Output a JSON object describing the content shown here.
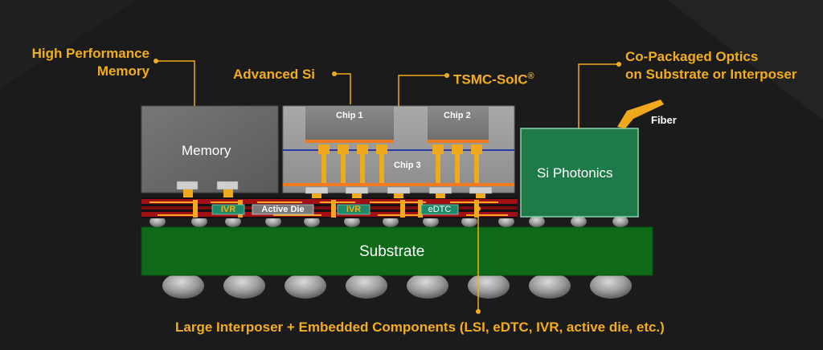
{
  "callouts": {
    "memory": [
      "High Performance",
      "Memory"
    ],
    "advanced_si": "Advanced Si",
    "soic": "TSMC-SoIC",
    "soic_mark": "®",
    "cpo": [
      "Co-Packaged Optics",
      "on Substrate or Interposer"
    ],
    "interposer": "Large Interposer + Embedded Components (LSI, eDTC, IVR, active die, etc.)"
  },
  "blocks": {
    "memory": "Memory",
    "chip1": "Chip 1",
    "chip2": "Chip 2",
    "chip3": "Chip 3",
    "si_photonics": "Si Photonics",
    "fiber": "Fiber",
    "substrate": "Substrate"
  },
  "embedded": {
    "ivr_left": "IVR",
    "active_die": "Active Die",
    "ivr_right": "IVR",
    "edtc": "eDTC"
  },
  "colors": {
    "callout": "#f2ad1a",
    "substrate": "#0f6b1a",
    "photonics": "#1f7a4a",
    "interposer_red": "#9c0e12",
    "copper": "#f0a81c"
  }
}
